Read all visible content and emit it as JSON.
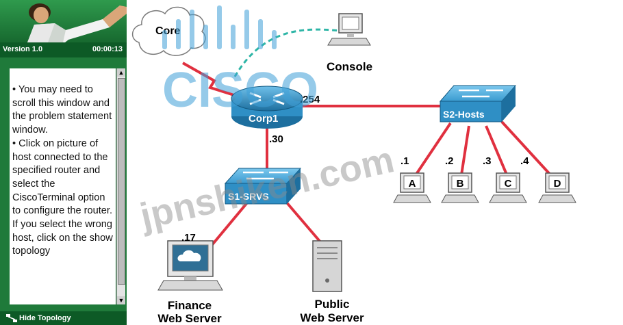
{
  "sidebar": {
    "version": "Version 1.0",
    "timer": "00:00:13",
    "instructions": "• You may need to scroll this window and the problem statement window.\n• Click on picture of host connected to the specified router and select the CiscoTerminal option to configure the router. If you select the wrong host, click on the show topology",
    "hide_topology": "Hide Topology"
  },
  "topology": {
    "core": "Core",
    "console": "Console",
    "router": "Corp1",
    "router_ip_right": ".254",
    "router_ip_down": ".30",
    "switch_hosts": "S2-Hosts",
    "switch_servers": "S1-SRVS",
    "hosts": [
      {
        "label": "A",
        "ip": ".1"
      },
      {
        "label": "B",
        "ip": ".2"
      },
      {
        "label": "C",
        "ip": ".3"
      },
      {
        "label": "D",
        "ip": ".4"
      }
    ],
    "finance_ip": ".17",
    "finance_line1": "Finance",
    "finance_line2": "Web Server",
    "public_line1": "Public",
    "public_line2": "Web Server"
  },
  "watermark": {
    "brand": "CISCO",
    "site": "jpnshiken.com"
  },
  "colors": {
    "link": "#e0303f",
    "console_link": "#2db5a6",
    "device_blue": "#2f8fc5",
    "panel_green": "#1f7a3a"
  }
}
